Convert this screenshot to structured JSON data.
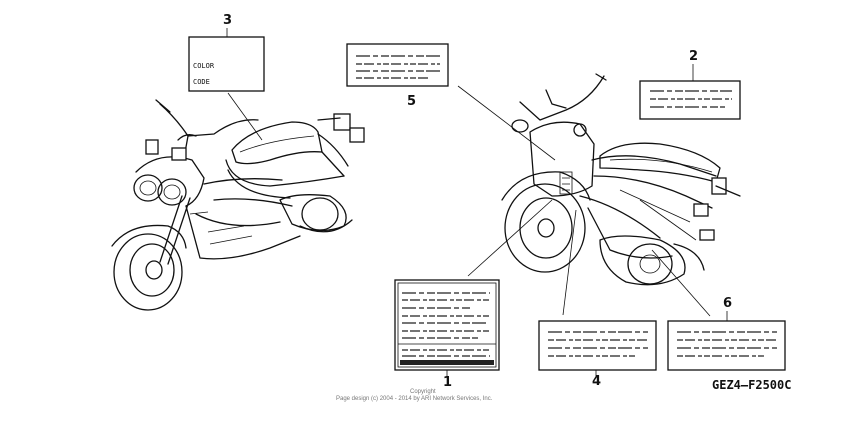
{
  "callouts": {
    "c1": "1",
    "c2": "2",
    "c3": "3",
    "c4": "4",
    "c5": "5",
    "c6": "6"
  },
  "label3": {
    "line1": "COLOR",
    "line2": "CODE"
  },
  "footer": {
    "copyright_line1": "Copyright",
    "copyright_line2": "Page design (c) 2004 - 2014 by ARI Network Services, Inc.",
    "diagram_code": "GEZ4—F2500C"
  }
}
